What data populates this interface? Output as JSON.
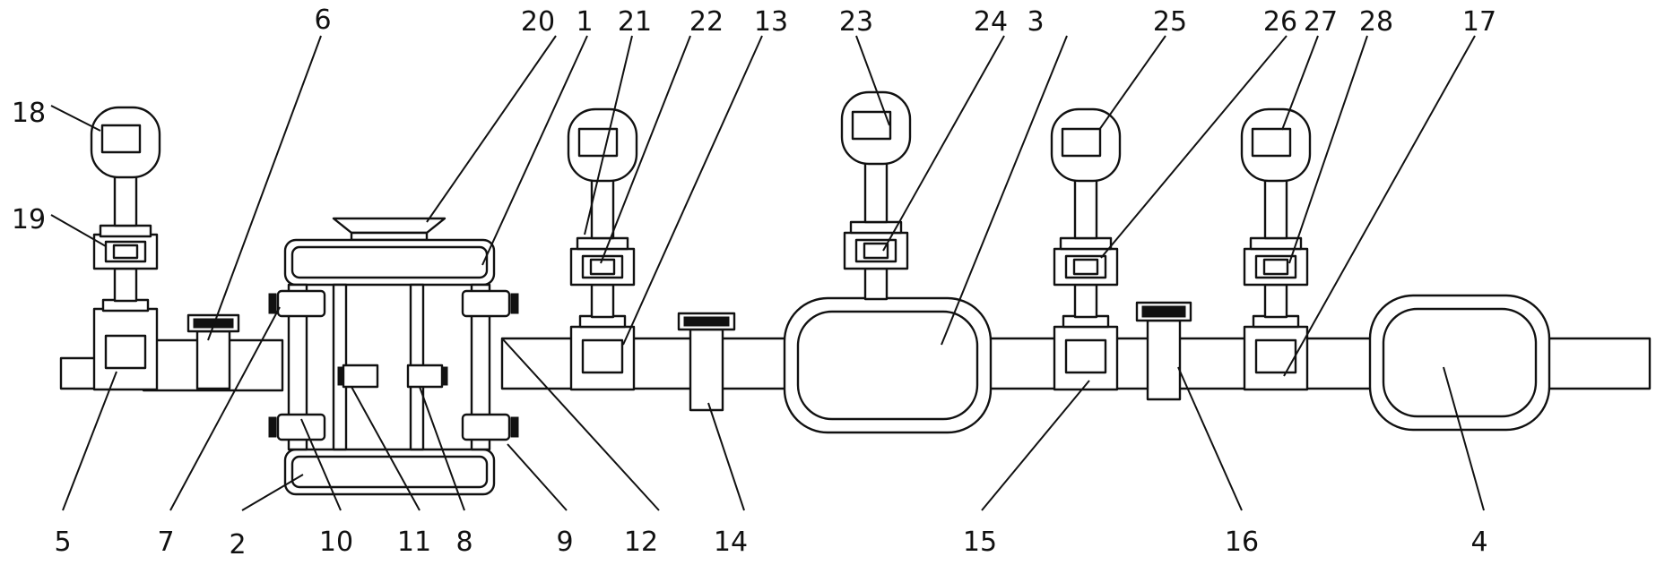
{
  "labels": {
    "n1": "1",
    "n2": "2",
    "n3": "3",
    "n4": "4",
    "n5": "5",
    "n6": "6",
    "n7": "7",
    "n8": "8",
    "n9": "9",
    "n10": "10",
    "n11": "11",
    "n12": "12",
    "n13": "13",
    "n14": "14",
    "n15": "15",
    "n16": "16",
    "n17": "17",
    "n18": "18",
    "n19": "19",
    "n20": "20",
    "n21": "21",
    "n22": "22",
    "n23": "23",
    "n24": "24",
    "n25": "25",
    "n26": "26",
    "n27": "27",
    "n28": "28"
  },
  "colors": {
    "stroke": "#111111",
    "background": "#ffffff"
  }
}
